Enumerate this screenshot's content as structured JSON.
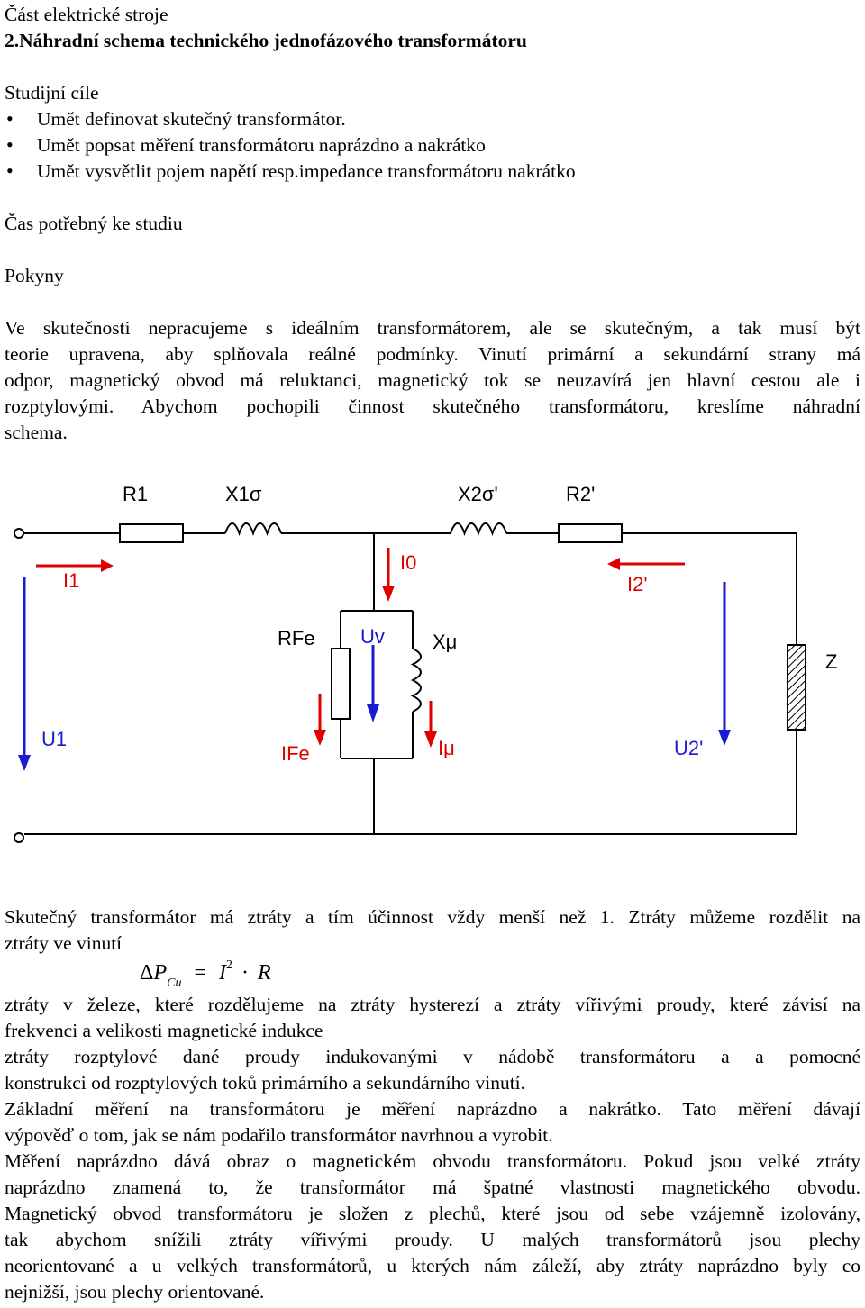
{
  "header": {
    "course": "Část elektrické stroje",
    "chapter_title": "2.Náhradní schema technického jednofázového transformátoru"
  },
  "goals": {
    "heading": "Studijní cíle",
    "items": [
      "Umět definovat skutečný transformátor.",
      "Umět popsat měření transformátoru naprázdno a nakrátko",
      "Umět vysvětlit pojem napětí resp.impedance transformátoru nakrátko"
    ]
  },
  "time_label": "Čas potřebný ke studiu",
  "instructions_label": "Pokyny",
  "intro_lines": [
    "Ve skutečnosti nepracujeme s ideálním transformátorem, ale se skutečným, a tak musí být",
    "teorie upravena, aby splňovala reálné podmínky. Vinutí primární a sekundární strany má",
    "odpor, magnetický obvod má reluktanci, magnetický tok se neuzavírá jen hlavní cestou ale i",
    "rozptylovými. Abychom pochopili činnost skutečného transformátoru, kreslíme náhradní",
    "schema."
  ],
  "diagram": {
    "labels": {
      "R1": "R1",
      "X1s": "X1σ",
      "X2s": "X2σ'",
      "R2": "R2'",
      "I1": "I1",
      "I0": "I0",
      "I2": "I2'",
      "RFe": "RFe",
      "Uv": "Uv",
      "Xmu": "Xμ",
      "Z": "Z",
      "U1": "U1",
      "IFe": "IFe",
      "Imu": "Iμ",
      "U2": "U2'"
    },
    "colors": {
      "wire": "#000000",
      "arrow": "#e00000",
      "voltage_arrow": "#1a1ad0"
    }
  },
  "losses": {
    "line1": "Skutečný transformátor má ztráty a tím účinnost vždy menší než 1. Ztráty můžeme rozdělit na",
    "line2": "ztráty ve vinutí",
    "formula": {
      "delta": "Δ",
      "P": "P",
      "sub": "Cu",
      "eq": "=",
      "I": "I",
      "sup": "2",
      "dot": "·",
      "R": "R"
    }
  },
  "paragraphs": [
    [
      "ztráty v železe, které rozdělujeme na ztráty hysterezí a ztráty vířivými proudy, které závisí na",
      "frekvenci a velikosti magnetické indukce"
    ],
    [
      "ztráty rozptylové dané proudy indukovanými v nádobě transformátoru a a pomocné",
      "konstrukci od rozptylových toků primárního a sekundárního vinutí."
    ],
    [
      "Základní měření na transformátoru je měření naprázdno a nakrátko. Tato měření dávají",
      "výpověď o tom, jak se nám podařilo transformátor navrhnou a vyrobit."
    ],
    [
      "Měření naprázdno dává obraz o magnetickém obvodu transformátoru. Pokud jsou velké ztráty",
      "naprázdno znamená to, že transformátor má špatné vlastnosti magnetického obvodu."
    ],
    [
      "Magnetický obvod transformátoru je složen z plechů, které jsou od sebe vzájemně izolovány,",
      "tak abychom snížili ztráty vířivými proudy. U malých transformátorů jsou plechy",
      "neorientované a u velkých transformátorů, u kterých nám záleží, aby ztráty naprázdno byly co",
      "nejnižší, jsou plechy orientované."
    ]
  ]
}
